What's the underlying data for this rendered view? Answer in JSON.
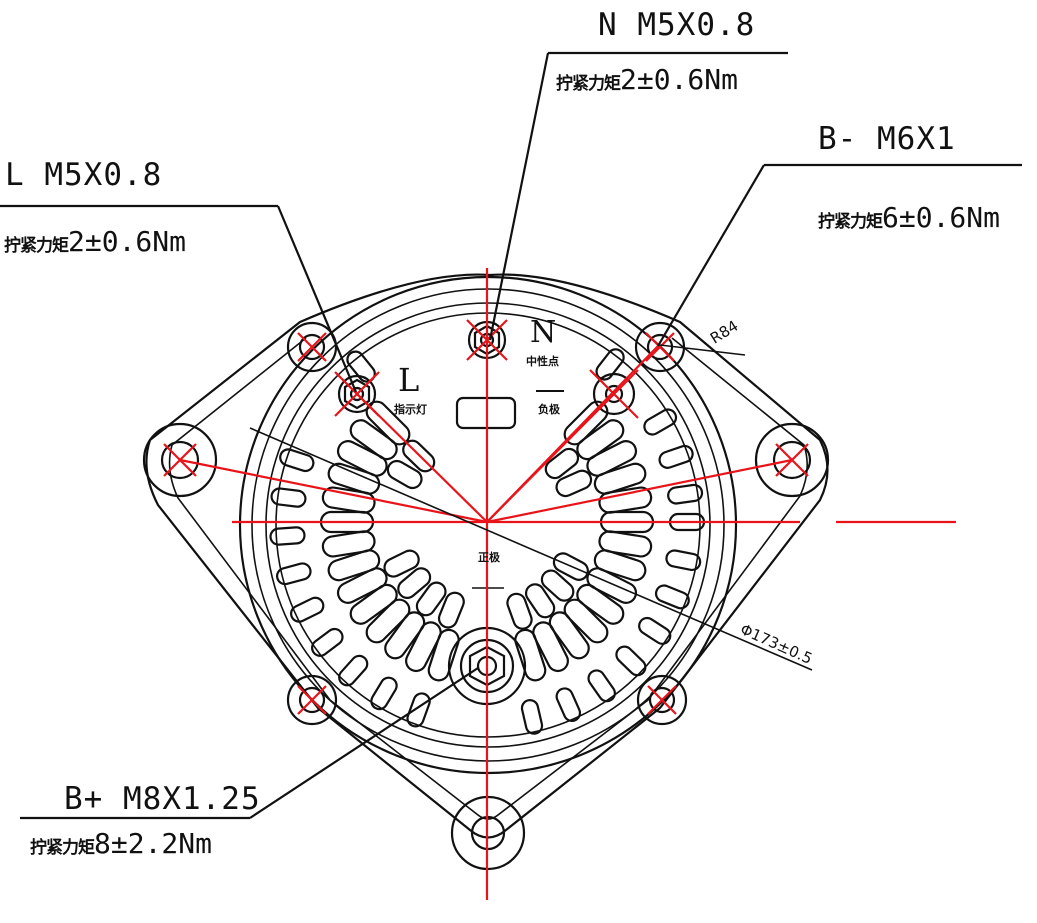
{
  "callouts": {
    "n": {
      "thread": "N  M5X0.8",
      "torque_cn": "拧紧力矩",
      "torque_val": "2±0.6Nm"
    },
    "l": {
      "thread": "L   M5X0.8",
      "torque_cn": "拧紧力矩",
      "torque_val": "2±0.6Nm"
    },
    "bminus": {
      "thread": "B-  M6X1",
      "torque_cn": "拧紧力矩",
      "torque_val": "6±0.6Nm"
    },
    "bplus": {
      "thread": "B+  M8X1.25",
      "torque_cn": "拧紧力矩",
      "torque_val": "8±2.2Nm"
    }
  },
  "terminals": {
    "l_letter": "L",
    "l_sub": "指示灯",
    "n_letter": "N",
    "n_sub": "中性点",
    "minus_sub": "负极",
    "plus_sub": "正极"
  },
  "dimensions": {
    "r": "R84",
    "dia": "Φ173±0.5"
  },
  "colors": {
    "outline": "#111111",
    "centerline": "#e8141a"
  }
}
